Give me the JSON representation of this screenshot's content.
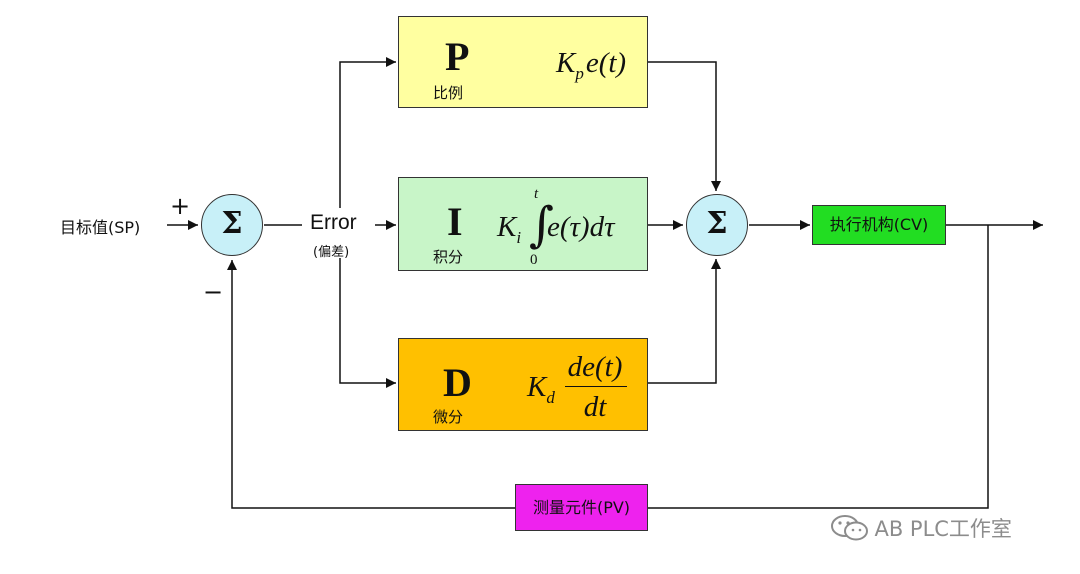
{
  "input": {
    "label": "目标值(SP)"
  },
  "signs": {
    "plus": "+",
    "minus": "−"
  },
  "summing_junction": {
    "symbol": "Σ"
  },
  "error": {
    "label": "Error",
    "sublabel": "(偏差)"
  },
  "blocks": {
    "p": {
      "letter": "P",
      "name": "比例",
      "gain": "K",
      "gain_sub": "p",
      "expr": "e(t)",
      "color": "#ffffa0"
    },
    "i": {
      "letter": "I",
      "name": "积分",
      "gain": "K",
      "gain_sub": "i",
      "upper": "t",
      "lower": "0",
      "integral": "∫",
      "expr": "e(τ)dτ",
      "color": "#c8f5c8"
    },
    "d": {
      "letter": "D",
      "name": "微分",
      "gain": "K",
      "gain_sub": "d",
      "numerator": "de(t)",
      "denominator": "dt",
      "color": "#ffc000"
    }
  },
  "actuator": {
    "label": "执行机构(CV)",
    "color": "#22dd22"
  },
  "sensor": {
    "label": "测量元件(PV)",
    "color": "#ee22ee"
  },
  "watermark": {
    "text": "AB PLC工作室"
  },
  "icons": {
    "watermark": "wechat-icon"
  }
}
